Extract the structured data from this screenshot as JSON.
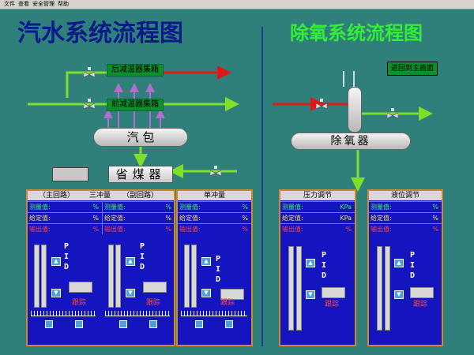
{
  "menu": [
    "文件",
    "查看",
    "安全管理",
    "帮助"
  ],
  "titles": {
    "left": "汽水系统流程图",
    "right": "除氧系统流程图"
  },
  "equipment": {
    "rear_header": "后减温器集箱",
    "front_header": "前减温器集箱",
    "drum": "汽    包",
    "economizer": "省煤器",
    "deaerator": "除氧器"
  },
  "return_button": "返回到主画面",
  "panels": {
    "three_pulse": {
      "main": "（主回路）",
      "title": "三冲量",
      "sub": "（副回路）"
    },
    "single_pulse": {
      "title": "单冲量"
    },
    "pressure": {
      "title": "压力调节"
    },
    "level": {
      "title": "液位调节"
    }
  },
  "labels": {
    "measured": "测量值:",
    "setpoint": "给定值:",
    "output": "输出值:"
  },
  "values": {
    "main_measured": "%",
    "main_set": "%",
    "main_out": "%",
    "sub_measured": "%",
    "sub_set": "%",
    "sub_out": "%",
    "single_measured": "%",
    "single_set": "%",
    "single_out": "%",
    "pres_measured": "KPa",
    "pres_set": "KPa",
    "pres_out": "%",
    "level_measured": "%",
    "level_set": "%",
    "level_out": "%"
  },
  "pid": "P I D",
  "track": "跟踪",
  "colors": {
    "background": "#2f7f7b",
    "panel": "#1515c0",
    "border": "#d08a20",
    "pipe_green": "#7fe02a",
    "pipe_red": "#e01818",
    "title_left": "#0a1a8a",
    "title_right": "#33ee33"
  }
}
